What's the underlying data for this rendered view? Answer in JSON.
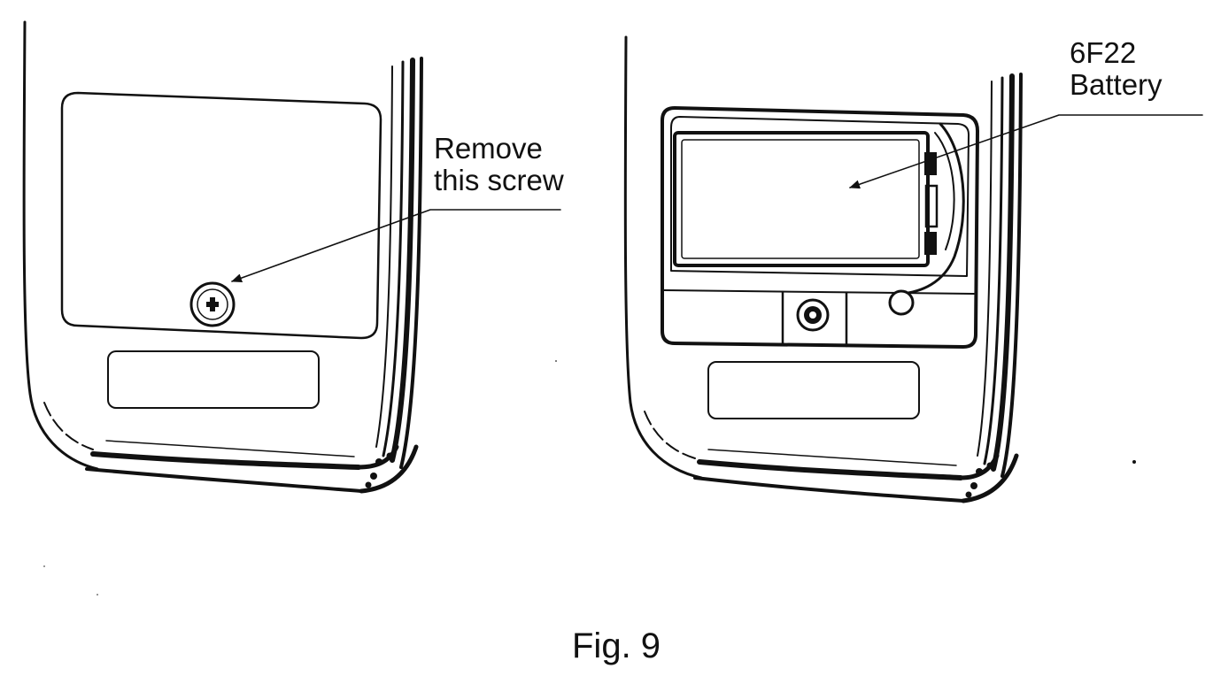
{
  "labels": {
    "screw_line1": "Remove",
    "screw_line2": "this screw",
    "battery_line1": "6F22",
    "battery_line2": "Battery"
  },
  "caption": "Fig. 9",
  "colors": {
    "ink": "#111111",
    "paper": "#ffffff"
  },
  "icons": {
    "screw": "phillips-screw-icon",
    "battery": "9v-battery-icon",
    "post": "screw-post-icon"
  }
}
